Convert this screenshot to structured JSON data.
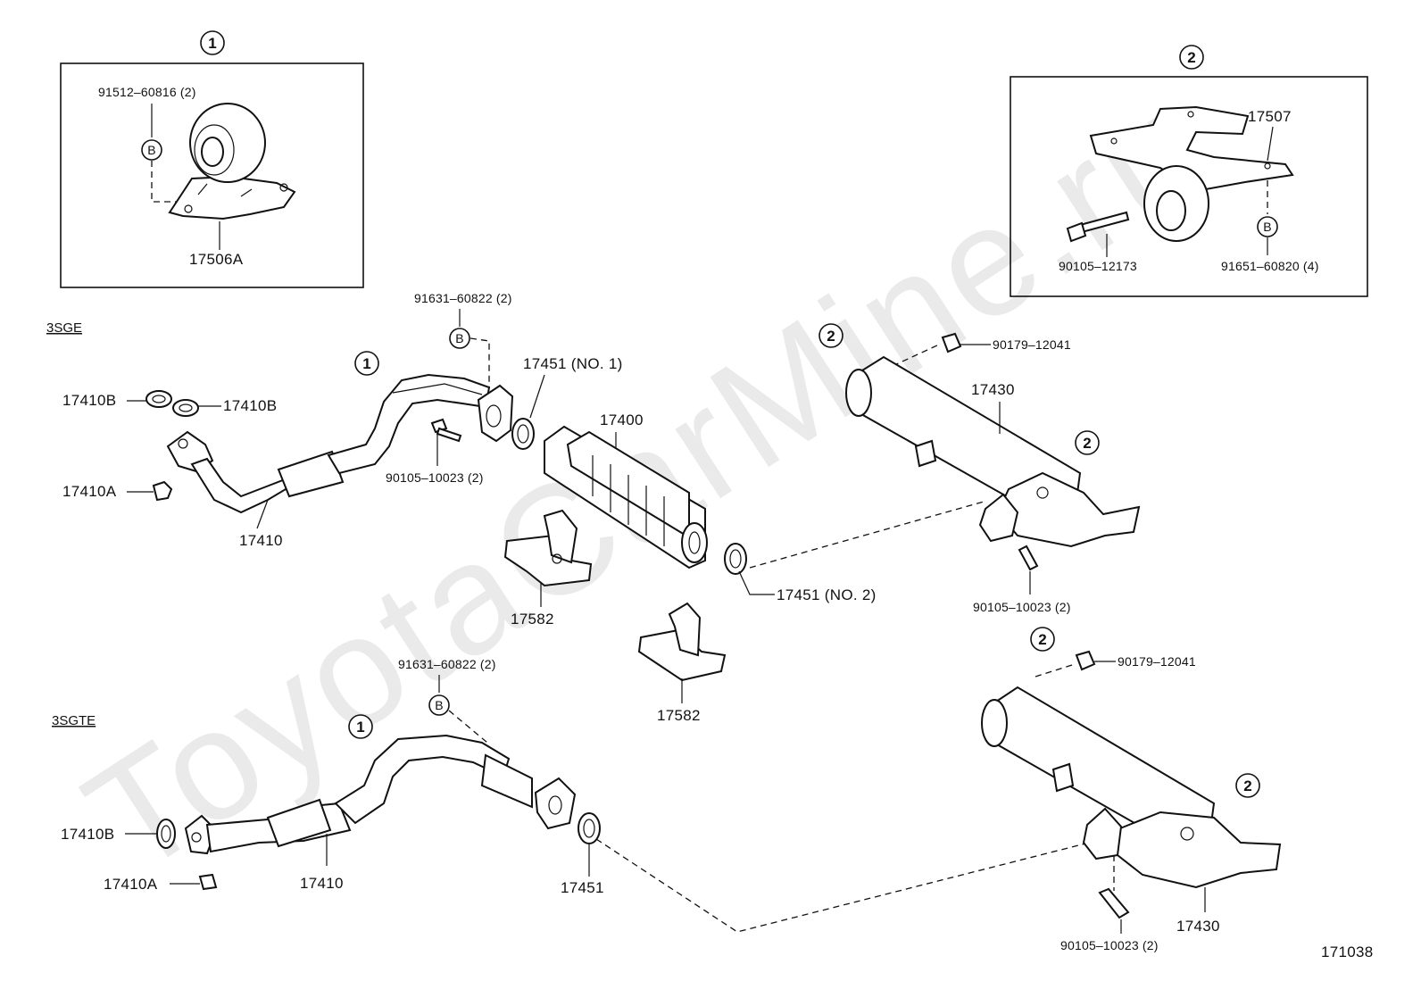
{
  "watermark": "ToyotaCarMine.ru",
  "engines": {
    "upper": "3SGE",
    "lower": "3SGTE"
  },
  "ref_marks": {
    "one": "1",
    "two": "2",
    "b": "B"
  },
  "diagram_number": "171038",
  "box1": {
    "ref": "1",
    "bolt": "91512–60816 (2)",
    "part": "17506A"
  },
  "box2": {
    "ref": "2",
    "bracket": "17507",
    "bolt": "90105–12173",
    "nut": "91651–60820 (4)"
  },
  "upper": {
    "clip": "91631–60822 (2)",
    "gasket_no1": "17451 (NO. 1)",
    "converter": "17400",
    "gasket_b_left": "17410B",
    "gasket_b_right": "17410B",
    "nut_a": "17410A",
    "bolt": "90105–10023 (2)",
    "front_pipe": "17410",
    "bracket": "17582",
    "gasket_no2": "17451 (NO. 2)",
    "muffler_nut": "90179–12041",
    "muffler": "17430",
    "muffler_bolt": "90105–10023 (2)",
    "lower_bracket": "17582"
  },
  "lower": {
    "clip": "91631–60822 (2)",
    "gasket_b": "17410B",
    "nut_a": "17410A",
    "front_pipe": "17410",
    "gasket": "17451",
    "muffler_nut": "90179–12041",
    "muffler_bolt": "90105–10023 (2)",
    "muffler": "17430"
  }
}
